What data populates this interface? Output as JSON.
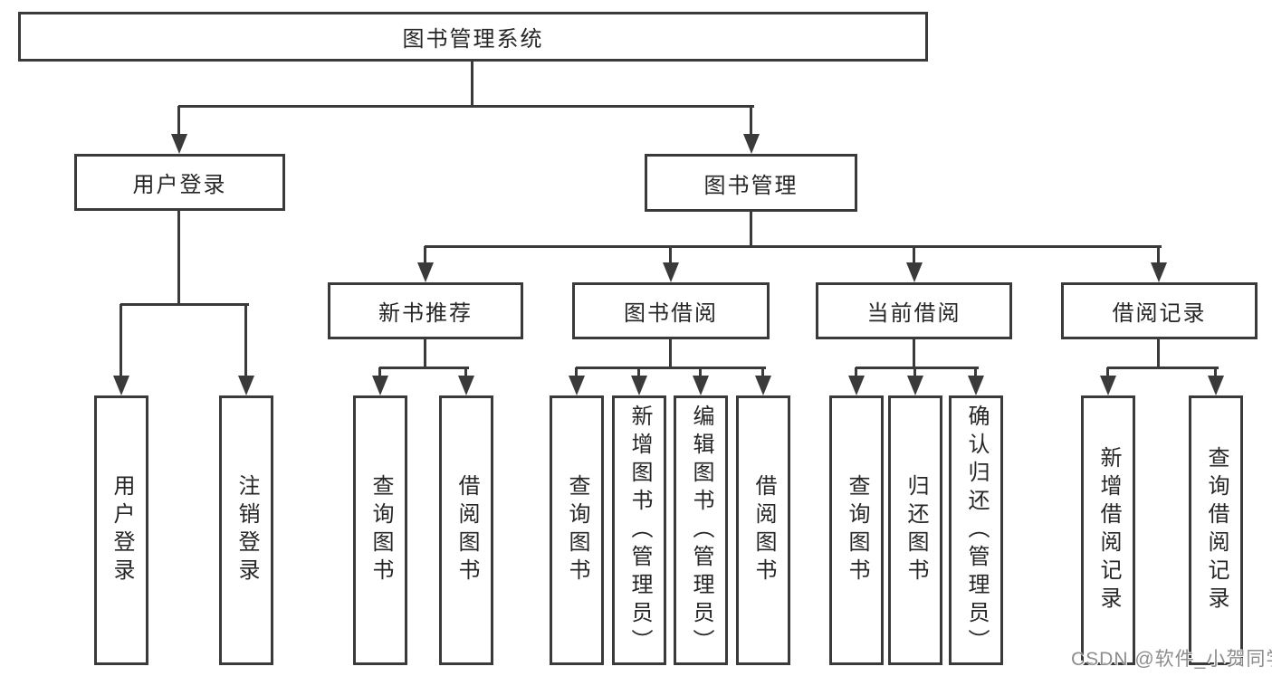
{
  "colors": {
    "line": "#3a3a3a",
    "box_border": "#3a3a3a",
    "text": "#262626",
    "watermark": "#8d8d8d",
    "background": "#ffffff"
  },
  "tree": {
    "root": {
      "label": "图书管理系统",
      "children": [
        {
          "label": "用户登录",
          "children": [
            {
              "label": "用户登录"
            },
            {
              "label": "注销登录"
            }
          ]
        },
        {
          "label": "图书管理",
          "children": [
            {
              "label": "新书推荐",
              "children": [
                {
                  "label": "查询图书"
                },
                {
                  "label": "借阅图书"
                }
              ]
            },
            {
              "label": "图书借阅",
              "children": [
                {
                  "label": "查询图书"
                },
                {
                  "label": "新增图书（管理员）"
                },
                {
                  "label": "编辑图书（管理员）"
                },
                {
                  "label": "借阅图书"
                }
              ]
            },
            {
              "label": "当前借阅",
              "children": [
                {
                  "label": "查询图书"
                },
                {
                  "label": "归还图书"
                },
                {
                  "label": "确认归还（管理员）"
                }
              ]
            },
            {
              "label": "借阅记录",
              "children": [
                {
                  "label": "新增借阅记录"
                },
                {
                  "label": "查询借阅记录"
                }
              ]
            }
          ]
        }
      ]
    }
  },
  "watermark": {
    "text": "CSDN @软件_小贺同学"
  }
}
